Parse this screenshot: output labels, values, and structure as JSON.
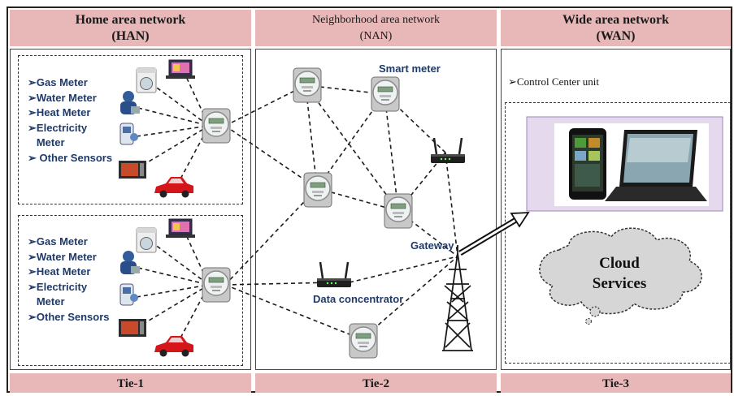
{
  "columns": [
    {
      "title_line1": "Home area network",
      "title_line2": "(HAN)",
      "footer": "Tie-1"
    },
    {
      "title_line1": "Neighborhood area network",
      "title_line2": "(NAN)",
      "footer": "Tie-2"
    },
    {
      "title_line1": "Wide area network",
      "title_line2": "(WAN)",
      "footer": "Tie-3"
    }
  ],
  "han_items": [
    "Gas Meter",
    "Water Meter",
    "Heat Meter",
    "Electricity",
    "Meter",
    "Other Sensors"
  ],
  "nan_labels": {
    "smart_meter": "Smart meter",
    "gateway": "Gateway",
    "data_concentrator": "Data concentrator"
  },
  "wan": {
    "control_center": "Control Center unit",
    "cloud_line1": "Cloud",
    "cloud_line2": "Services"
  },
  "colors": {
    "header_bg": "#e8b7b7",
    "label_text": "#1f3a68",
    "screen_bg": "#e5d9ee"
  }
}
